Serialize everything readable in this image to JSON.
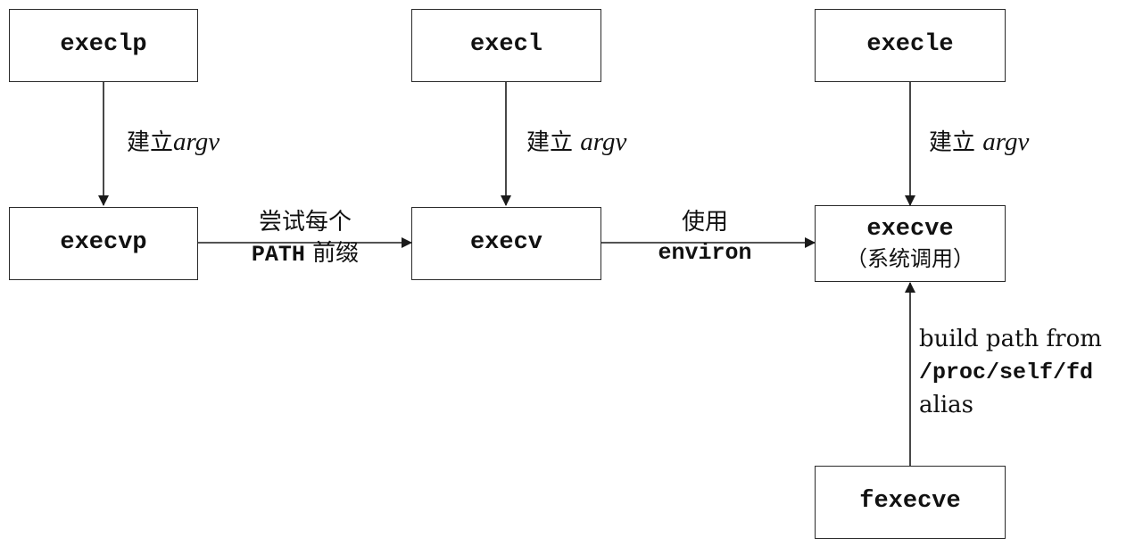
{
  "boxes": {
    "execlp": "execlp",
    "execl": "execl",
    "execle": "execle",
    "execvp": "execvp",
    "execv": "execv",
    "execve": "execve",
    "execve_note": "（系统调用）",
    "fexecve": "fexecve"
  },
  "labels": {
    "build_argv_cn": "建立",
    "argv": "argv",
    "try_prefix_line1": "尝试每个",
    "path_word": "PATH",
    "prefix_cn": "前缀",
    "use_cn": "使用",
    "environ": "environ",
    "fexecve_line1": "build path from",
    "fexecve_line2": "/proc/self/fd",
    "fexecve_line3": "alias"
  }
}
